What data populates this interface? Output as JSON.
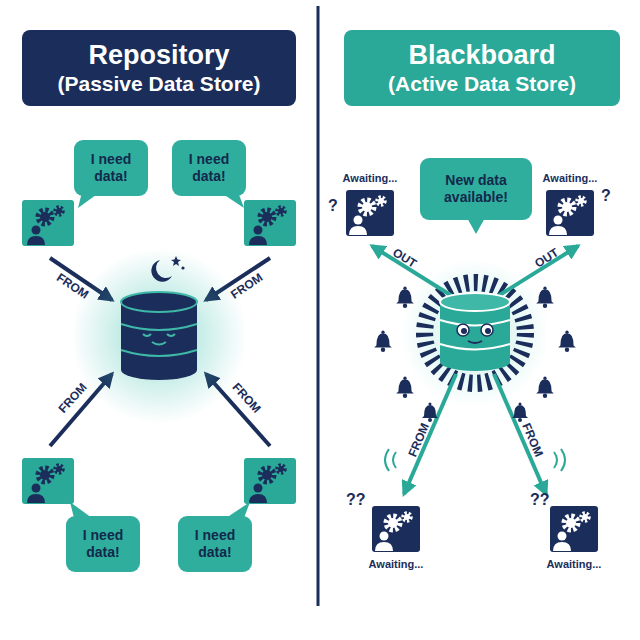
{
  "diagram": {
    "nodes": [
      {
        "text": [
          "Repository",
          "(Passive Data Store)"
        ]
      },
      {
        "text": [
          "Blackboard",
          "(Active Data Store)"
        ]
      },
      {
        "text": [
          "I need data!"
        ]
      },
      {
        "text": [
          "I need data!"
        ]
      },
      {
        "text": [
          "Awaiting..."
        ]
      },
      {
        "text": [
          "New data available!"
        ]
      },
      {
        "text": [
          "Awaiting..."
        ]
      },
      {
        "text": [
          "I need data!"
        ]
      },
      {
        "text": [
          "I need data!"
        ]
      },
      {
        "text": [
          "Awaiting..."
        ]
      },
      {
        "text": [
          "Awaiting..."
        ]
      }
    ],
    "labels": [
      "?",
      "?",
      "FROM",
      "FROM",
      "OUT",
      "OUT",
      "FROM",
      "FROM",
      "FROM",
      "FROM",
      "??",
      "??"
    ]
  }
}
